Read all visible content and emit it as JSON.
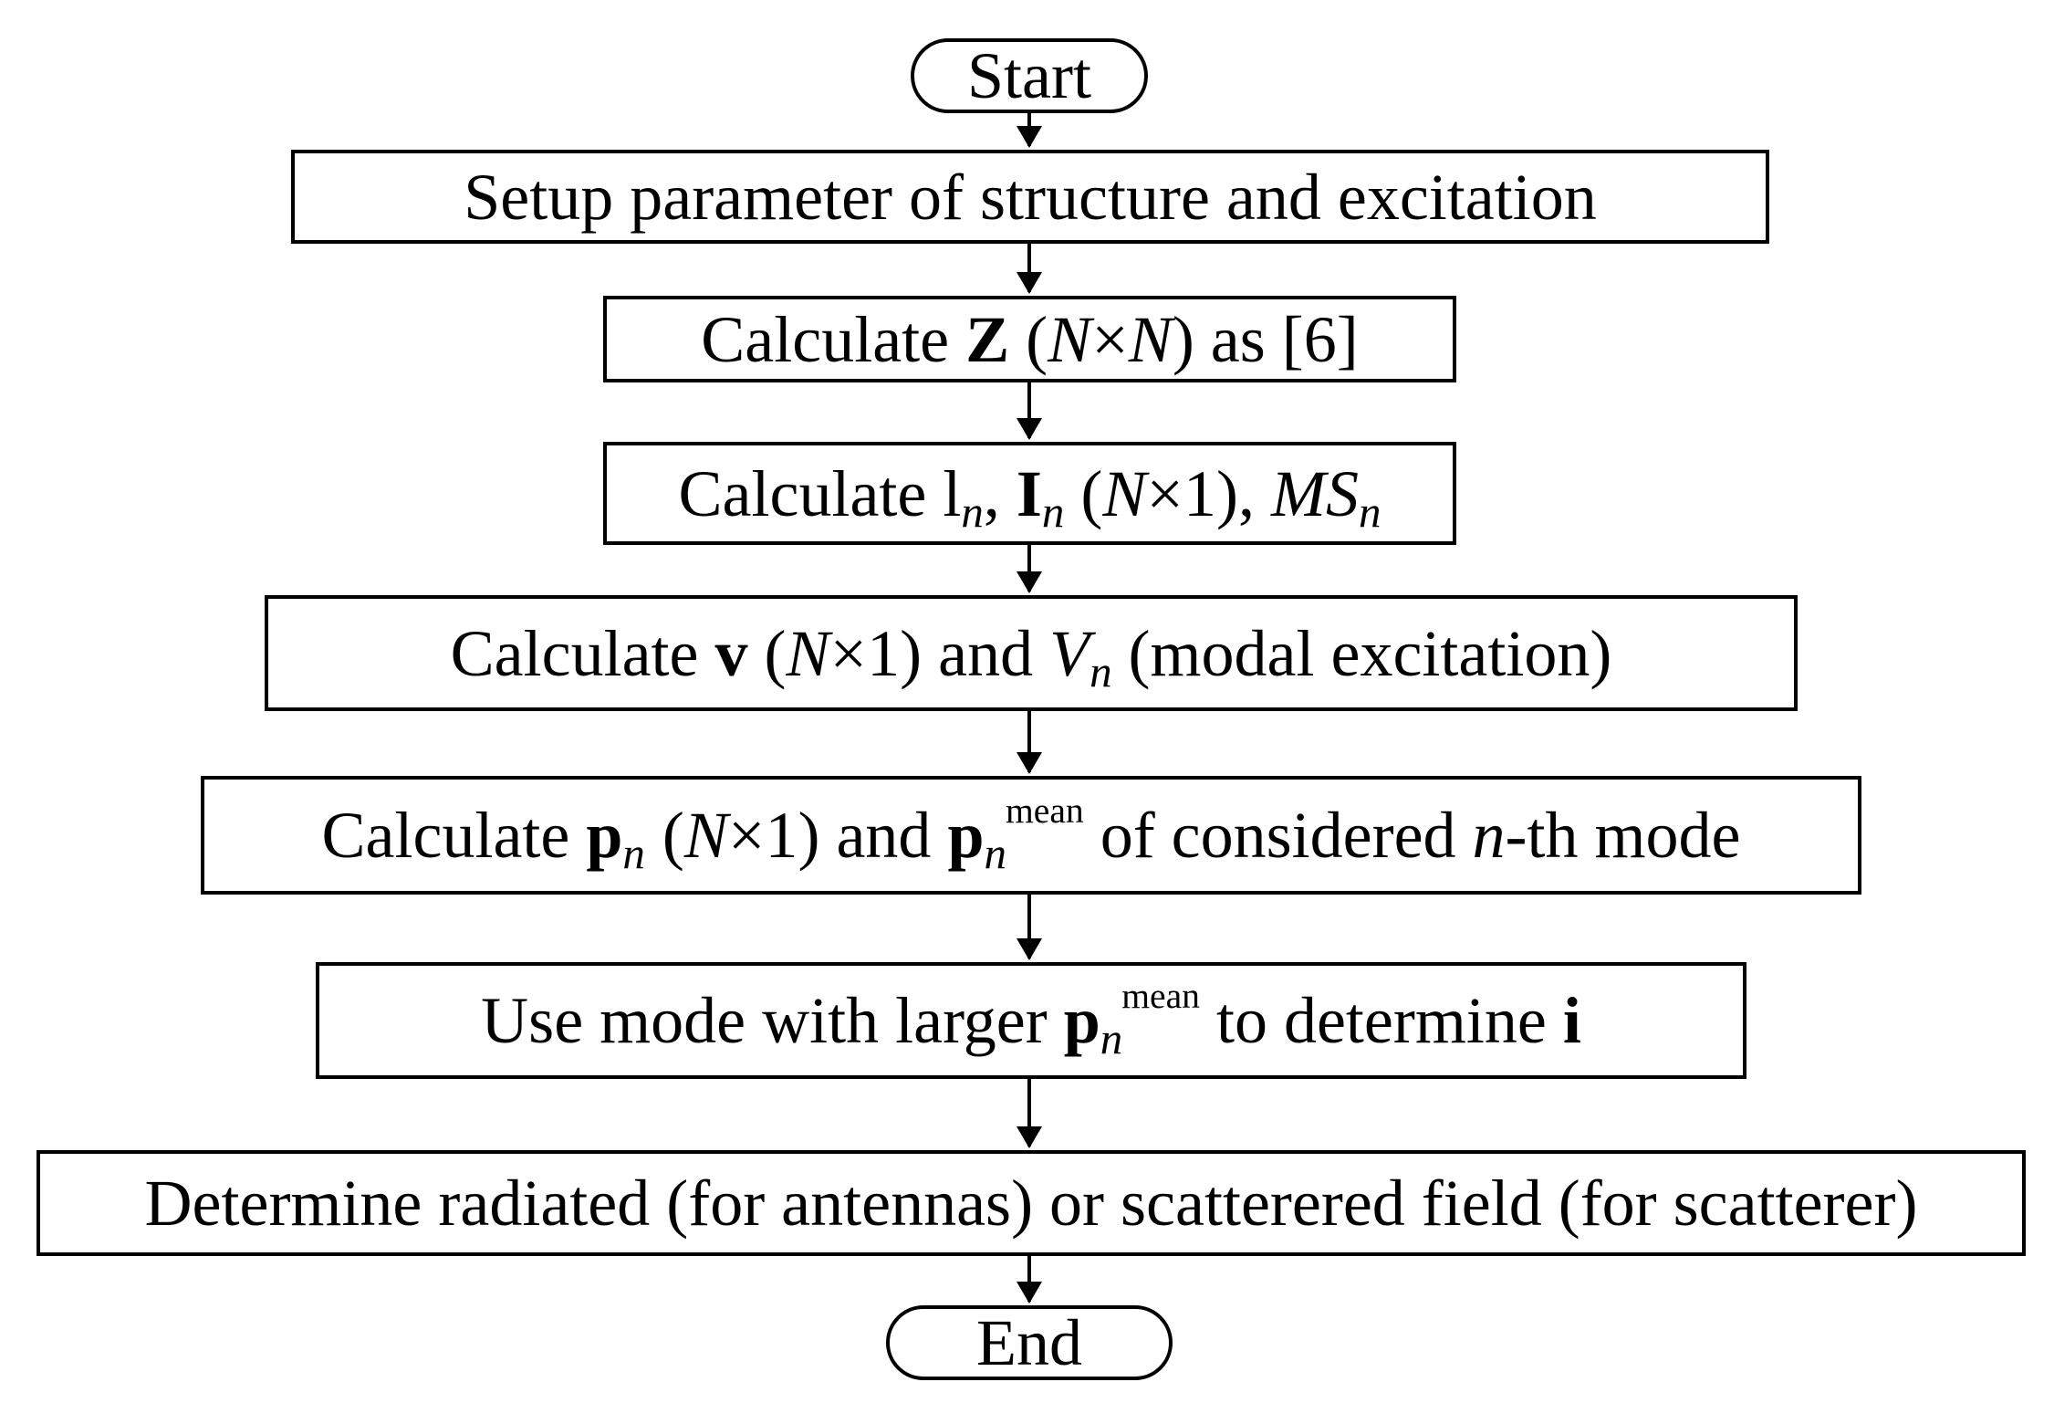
{
  "flow": {
    "start": "Start",
    "step1": "Setup parameter of structure and excitation",
    "step2": {
      "prefix": "Calculate ",
      "matrix": "Z",
      "paren_open": " (",
      "dim_a": "N",
      "times": "×",
      "dim_b": "N",
      "suffix": ") as [6]"
    },
    "step3": {
      "prefix": "Calculate ",
      "lambda": "l",
      "lambda_sub": "n",
      "comma1": ", ",
      "vec": "I",
      "vec_sub": "n",
      "paren_open": " (",
      "dim": "N",
      "dim_rest": "×1), ",
      "ms": "MS",
      "ms_sub": "n"
    },
    "step4": {
      "prefix": "Calculate ",
      "vec": "v",
      "paren_open": " (",
      "dim": "N",
      "dim_rest": "×1) and ",
      "modal": "V",
      "modal_sub": "n",
      "suffix": " (modal excitation)"
    },
    "step5": {
      "prefix": "Calculate ",
      "p": "p",
      "p_sub": "n",
      "paren_open": " (",
      "dim": "N",
      "dim_rest": "×1) and ",
      "p2": "p",
      "p2_sub": "n",
      "p2_sup": "mean",
      "mid": " of considered ",
      "mode_n": "n",
      "suffix": "-th mode"
    },
    "step6": {
      "prefix": "Use mode with larger ",
      "p": "p",
      "p_sub": "n",
      "p_sup": "mean",
      "mid": " to determine ",
      "vec": "i"
    },
    "step7": "Determine radiated (for antennas) or scatterered field (for scatterer)",
    "end": "End"
  }
}
